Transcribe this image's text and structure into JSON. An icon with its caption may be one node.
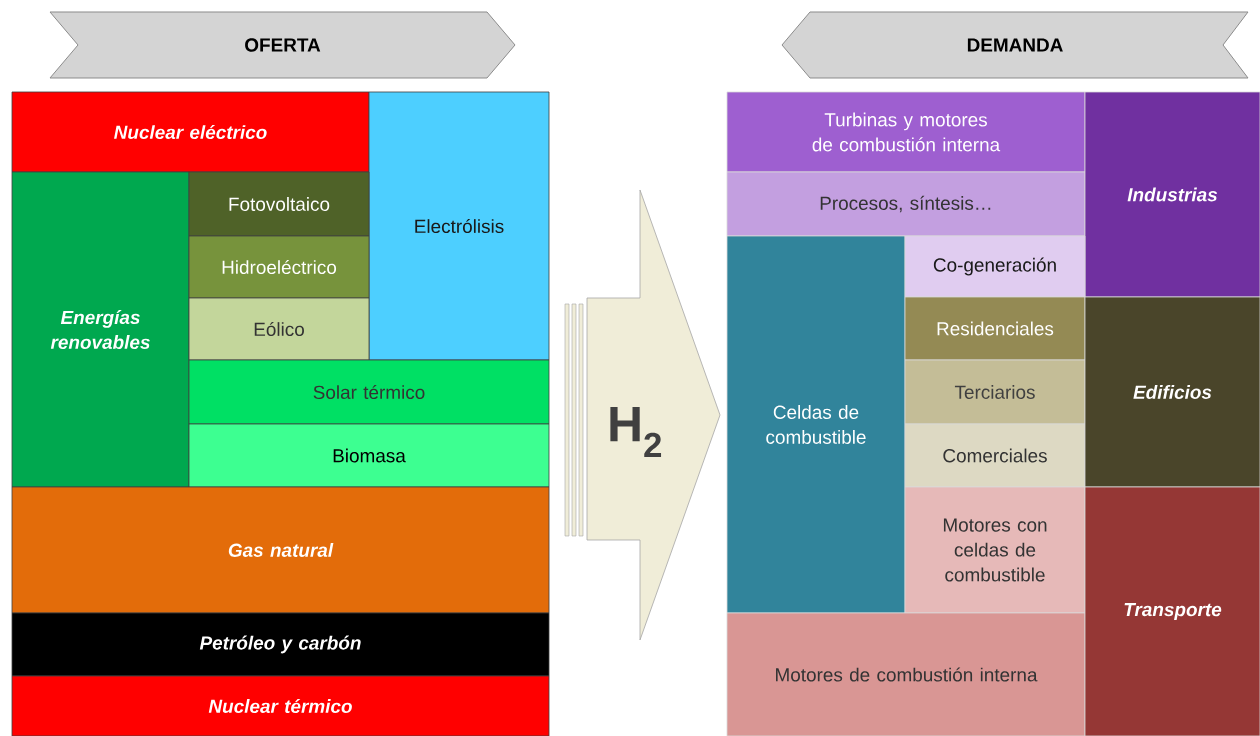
{
  "diagram": {
    "nodes": [
      {
        "text": [
          "OFERTA"
        ]
      },
      {
        "text": [
          "Nuclear eléctrico"
        ]
      },
      {
        "text": [
          "Electrólisis"
        ]
      },
      {
        "text": [
          "Energías renovables"
        ]
      },
      {
        "text": [
          "Fotovoltaico"
        ]
      },
      {
        "text": [
          "Hidroeléctrico"
        ]
      },
      {
        "text": [
          "Eólico"
        ]
      },
      {
        "text": [
          "Solar térmico"
        ]
      },
      {
        "text": [
          "Biomasa"
        ]
      },
      {
        "text": [
          "Gas natural"
        ]
      },
      {
        "text": [
          "Petróleo y carbón"
        ]
      },
      {
        "text": [
          "Nuclear térmico"
        ]
      },
      {
        "text": [
          "H$_{2}$"
        ]
      },
      {
        "text": [
          "DEMANDA"
        ]
      },
      {
        "text": [
          "Turbinas y motores de combustión interna"
        ]
      },
      {
        "text": [
          "Procesos, síntesis…"
        ]
      },
      {
        "text": [
          "Industrias"
        ]
      },
      {
        "text": [
          "Celdas de combustible"
        ]
      },
      {
        "text": [
          "Co-generación"
        ]
      },
      {
        "text": [
          "Residenciales"
        ]
      },
      {
        "text": [
          "Terciarios"
        ]
      },
      {
        "text": [
          "Comerciales"
        ]
      },
      {
        "text": [
          "Edificios"
        ]
      },
      {
        "text": [
          "Motores con celdas de combustible"
        ]
      },
      {
        "text": [
          "Motores de combustión interna"
        ]
      },
      {
        "text": [
          "Transporte"
        ]
      }
    ]
  }
}
